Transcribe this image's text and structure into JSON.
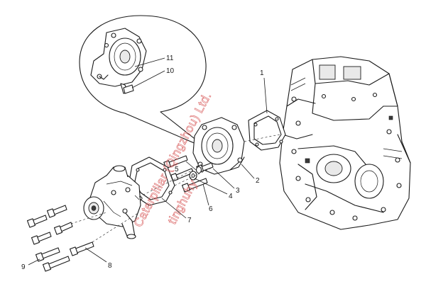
{
  "callouts": {
    "c1": "1",
    "c2": "2",
    "c3": "3",
    "c4": "4",
    "c5": "5",
    "c6": "6",
    "c7": "7",
    "c8": "8",
    "c9": "9",
    "c10": "10",
    "c11": "11"
  },
  "watermark": {
    "line1": "Caterpillar (Qingzhou) Ltd.",
    "line2": "tinghuhy"
  },
  "colors": {
    "line": "#1a1a1a",
    "watermark": "#d85a5a",
    "background": "#ffffff"
  }
}
